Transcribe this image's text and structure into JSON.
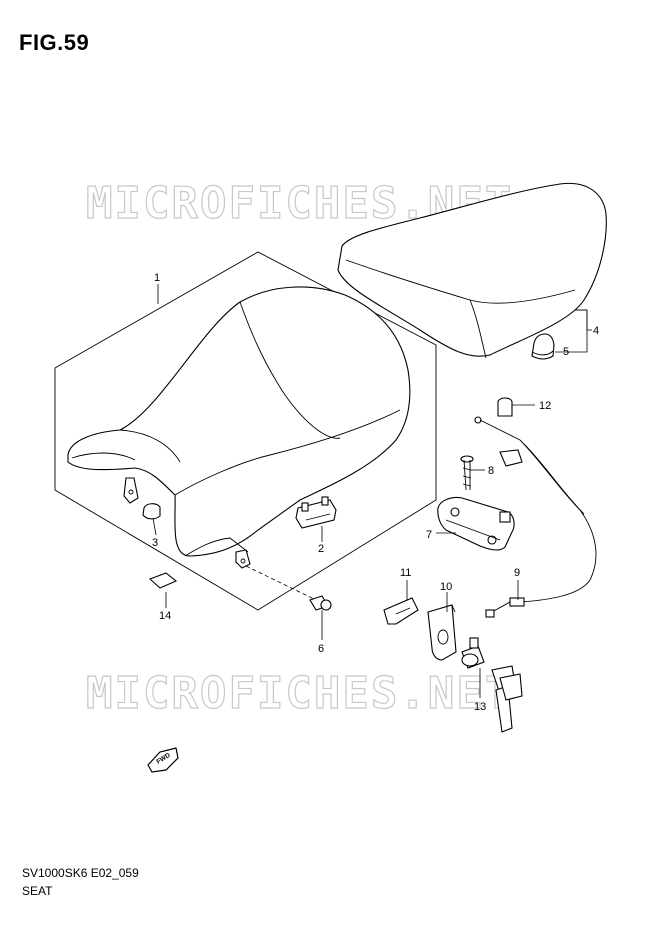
{
  "figure": {
    "title": "FIG.59",
    "code": "SV1000SK6 E02_059",
    "name": "SEAT"
  },
  "watermark": "MICROFICHES.NET",
  "callouts": [
    {
      "id": "c1",
      "label": "1"
    },
    {
      "id": "c2",
      "label": "2"
    },
    {
      "id": "c3",
      "label": "3"
    },
    {
      "id": "c4",
      "label": "4"
    },
    {
      "id": "c5",
      "label": "5"
    },
    {
      "id": "c6",
      "label": "6"
    },
    {
      "id": "c7",
      "label": "7"
    },
    {
      "id": "c8",
      "label": "8"
    },
    {
      "id": "c9",
      "label": "9"
    },
    {
      "id": "c10",
      "label": "10"
    },
    {
      "id": "c11",
      "label": "11"
    },
    {
      "id": "c12",
      "label": "12"
    },
    {
      "id": "c13",
      "label": "13"
    },
    {
      "id": "c14",
      "label": "14"
    }
  ],
  "fwd_label": "FWD"
}
